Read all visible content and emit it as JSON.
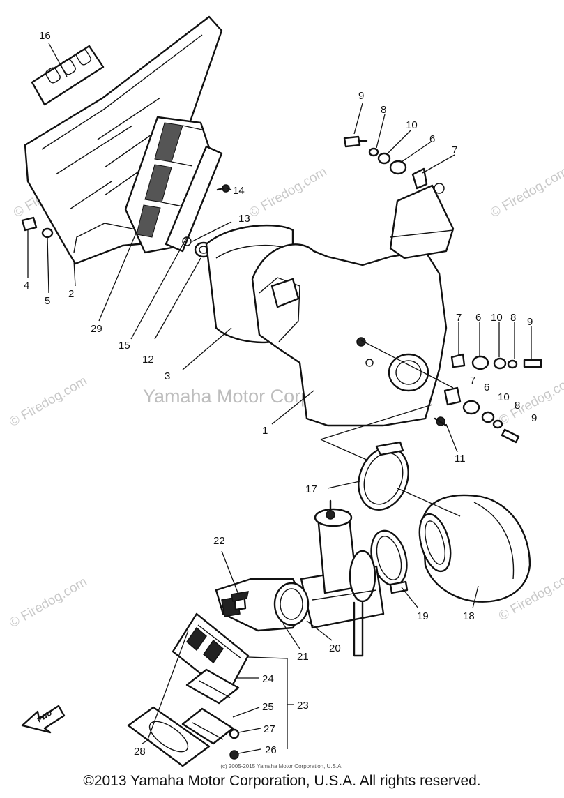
{
  "watermarks": {
    "site": "© Firedog.com",
    "center": "Yamaha Motor Corp. U.S.A."
  },
  "small_copyright": "(c) 2005-2015 Yamaha Motor Corporation, U.S.A.",
  "footer": "©2013 Yamaha Motor Corporation, U.S.A. All rights reserved.",
  "fwd_label": "FWD",
  "callouts": {
    "c1": "1",
    "c2": "2",
    "c3": "3",
    "c4": "4",
    "c5": "5",
    "c6a": "6",
    "c6b": "6",
    "c6c": "6",
    "c7a": "7",
    "c7b": "7",
    "c7c": "7",
    "c8a": "8",
    "c8b": "8",
    "c8c": "8",
    "c9a": "9",
    "c9b": "9",
    "c9c": "9",
    "c10a": "10",
    "c10b": "10",
    "c10c": "10",
    "c11": "11",
    "c12": "12",
    "c13": "13",
    "c14": "14",
    "c15": "15",
    "c16": "16",
    "c17": "17",
    "c18": "18",
    "c19": "19",
    "c20": "20",
    "c21": "21",
    "c22": "22",
    "c23": "23",
    "c24": "24",
    "c25": "25",
    "c26": "26",
    "c27": "27",
    "c28": "28",
    "c29": "29"
  }
}
